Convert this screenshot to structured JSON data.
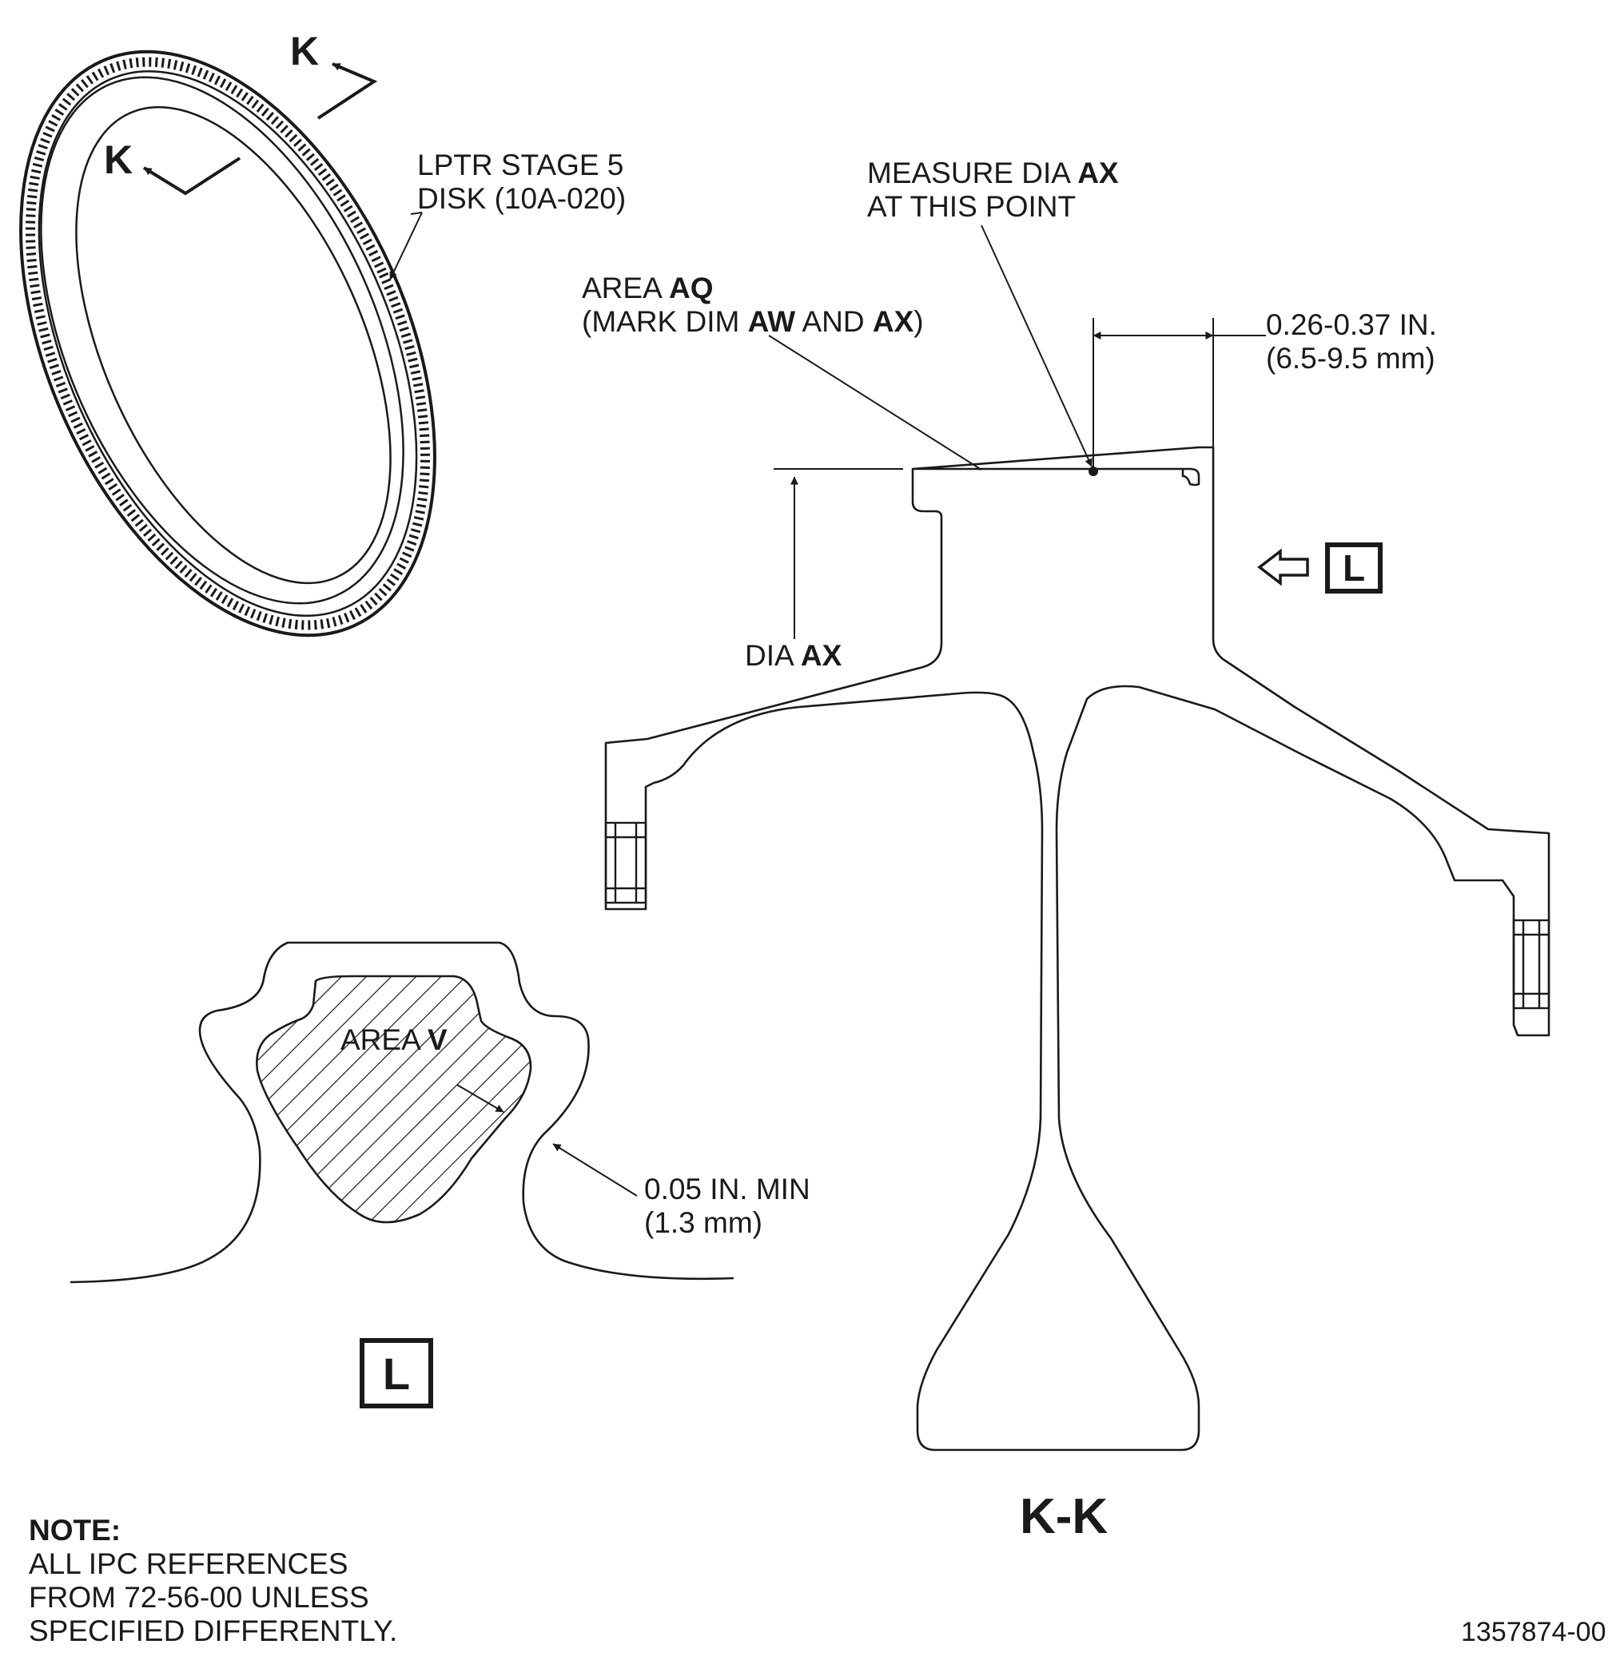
{
  "section_marker": "K",
  "disk_label": {
    "line1": "LPTR STAGE 5",
    "line2": "DISK (10A-020)"
  },
  "measure_label": {
    "line1_pre": "MEASURE DIA ",
    "line1_bold": "AX",
    "line2": "AT THIS POINT"
  },
  "area_aq_label": {
    "line1_pre": "AREA ",
    "line1_bold": "AQ",
    "line2_a": "(MARK DIM ",
    "line2_b": "AW",
    "line2_c": " AND ",
    "line2_d": "AX",
    "line2_e": ")"
  },
  "dimension_axial": {
    "line1": "0.26-0.37 IN.",
    "line2": "(6.5-9.5 mm)"
  },
  "dia_label": {
    "pre": "DIA ",
    "bold": "AX"
  },
  "view_marker": "L",
  "area_v_label": {
    "pre": "AREA ",
    "bold": "V"
  },
  "min_label": {
    "line1": "0.05 IN. MIN",
    "line2": "(1.3 mm)"
  },
  "section_title": "K-K",
  "note": {
    "heading": "NOTE:",
    "line1": "ALL IPC REFERENCES",
    "line2": "FROM 72-56-00 UNLESS",
    "line3": "SPECIFIED DIFFERENTLY."
  },
  "figure_number": "1357874-00"
}
